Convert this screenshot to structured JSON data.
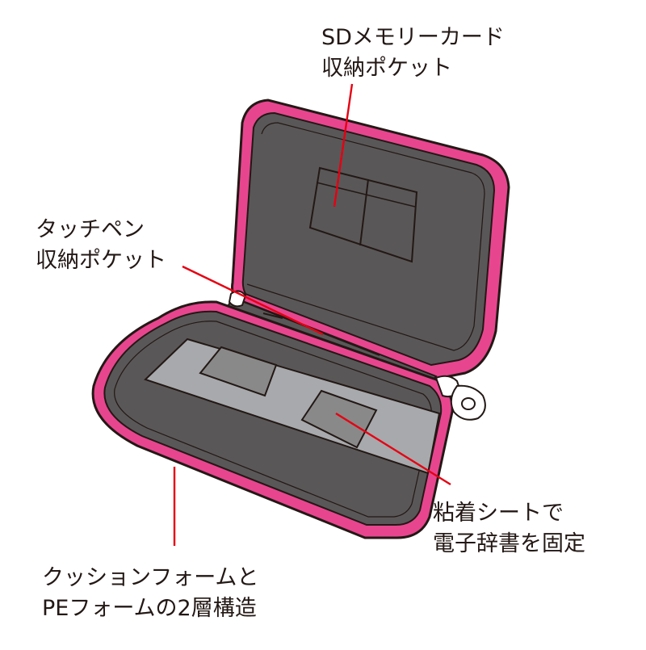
{
  "labels": {
    "sd_pocket": [
      "SDメモリーカード",
      "収納ポケット"
    ],
    "pen_pocket": [
      "タッチペン",
      "収納ポケット"
    ],
    "adhesive_sheet": [
      "粘着シートで",
      "電子辞書を固定"
    ],
    "foam": [
      "クッションフォームと",
      "PEフォームの2層構造"
    ]
  },
  "colors": {
    "shell": "#e8458f",
    "interior": "#595757",
    "band": "#a7a9ac",
    "pad": "#898989",
    "outline": "#231815",
    "leader": "#e60012",
    "zipper": "#ffffff"
  },
  "icons": [
    "case-illustration",
    "zipper-pull-icon"
  ]
}
